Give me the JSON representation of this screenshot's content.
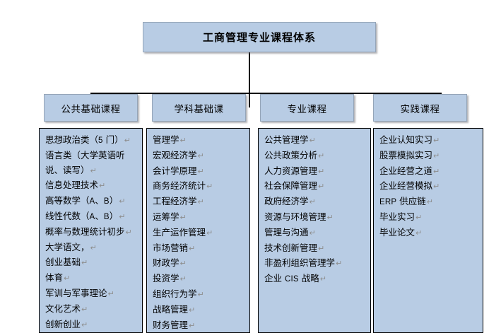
{
  "title_node": {
    "label": "工商管理专业课程体系"
  },
  "columns": [
    {
      "header": "公共基础课程",
      "items": [
        "思想政治类（5 门）",
        "语言类（大学英语听",
        "说、读写）",
        "信息处理技术",
        "高等数学（A、B）",
        "线性代数（A、B）",
        "概率与数理统计初步",
        "大学语文，",
        "创业基础",
        "体育",
        "军训与军事理论",
        "文化艺术",
        "创新创业"
      ],
      "marks": [
        true,
        false,
        true,
        true,
        true,
        true,
        true,
        true,
        true,
        true,
        true,
        true,
        true
      ]
    },
    {
      "header": "学科基础课",
      "items": [
        "管理学",
        "宏观经济学",
        "会计学原理",
        "商务经济统计",
        "工程经济学",
        "运筹学",
        "生产运作管理",
        "市场营销",
        "财政学",
        "投资学",
        "组织行为学",
        "战略管理",
        "财务管理"
      ],
      "marks": [
        true,
        true,
        true,
        true,
        true,
        true,
        true,
        true,
        true,
        true,
        true,
        true,
        true
      ]
    },
    {
      "header": "专业课程",
      "items": [
        "公共管理学",
        "公共政策分析",
        "人力资源管理",
        "社会保障管理",
        "政府经济学",
        "资源与环境管理",
        "管理与沟通",
        "技术创新管理",
        "非盈利组织管理学",
        "企业 CIS 战略"
      ],
      "marks": [
        true,
        true,
        true,
        true,
        true,
        true,
        true,
        true,
        true,
        true
      ]
    },
    {
      "header": "实践课程",
      "items": [
        "企业认知实习",
        "股票模拟实习",
        "企业经营之道",
        "企业经营模拟",
        "ERP 供应链",
        "毕业实习",
        "毕业论文"
      ],
      "marks": [
        true,
        true,
        true,
        true,
        true,
        true,
        true
      ]
    }
  ],
  "symbols": {
    "paragraph_mark": "↵"
  },
  "colors": {
    "node_fill": "#b8cce4",
    "node_border": "#95a5b8",
    "panel_border": "#000000",
    "line": "#000000",
    "text": "#000000",
    "mark": "#8e8e8e",
    "background": "#ffffff"
  }
}
